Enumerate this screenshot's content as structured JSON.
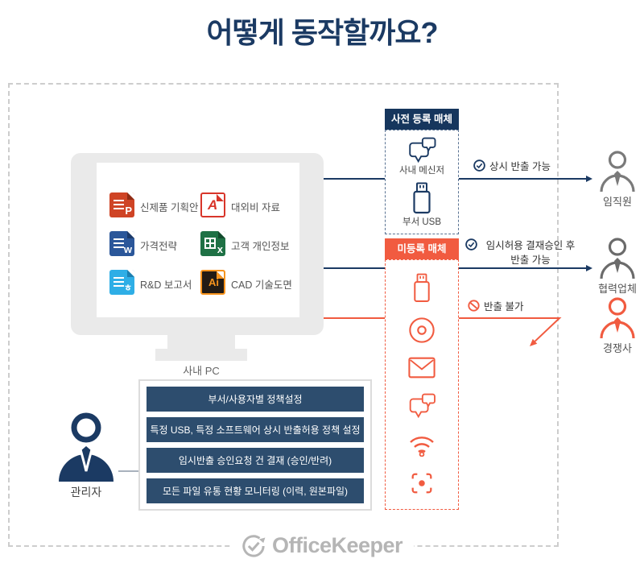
{
  "title": "어떻게 동작할까요?",
  "monitor": {
    "label": "사내 PC"
  },
  "docs": [
    {
      "label": "신제품 기획안",
      "glyph": "P"
    },
    {
      "label": "대외비 자료",
      "glyph": "A"
    },
    {
      "label": "가격전략",
      "glyph": "w"
    },
    {
      "label": "고객 개인정보",
      "glyph": "x"
    },
    {
      "label": "R&D 보고서",
      "glyph": "ㅎ"
    },
    {
      "label": "CAD 기술도면",
      "glyph": "Ai"
    }
  ],
  "registered": {
    "header": "사전 등록 매체",
    "item1": "사내 메신저",
    "item2": "부서 USB"
  },
  "unregistered": {
    "header": "미등록 매체"
  },
  "flows": {
    "flow1": {
      "label": "상시 반출 가능",
      "target": "임직원"
    },
    "flow2": {
      "label": "임시허용 결재승인 후 반출 가능",
      "target": "협력업체"
    },
    "flow3": {
      "label": "반출 불가",
      "target": "경쟁사"
    }
  },
  "admin": {
    "label": "관리자",
    "policies": [
      "부서/사용자별 정책설정",
      "특정 USB, 특정 소프트웨어 상시 반출허용 정책 설정",
      "임시반출 승인요청 건 결재 (승인/반려)",
      "모든 파일 유통 현황 모니터링 (이력, 원본파일)"
    ]
  },
  "logo": {
    "text": "OfficeKeeper"
  },
  "colors": {
    "navy": "#1b3a63",
    "red": "#f15b40",
    "header_navy": "#16365d",
    "button_navy": "#2d4d6e"
  }
}
